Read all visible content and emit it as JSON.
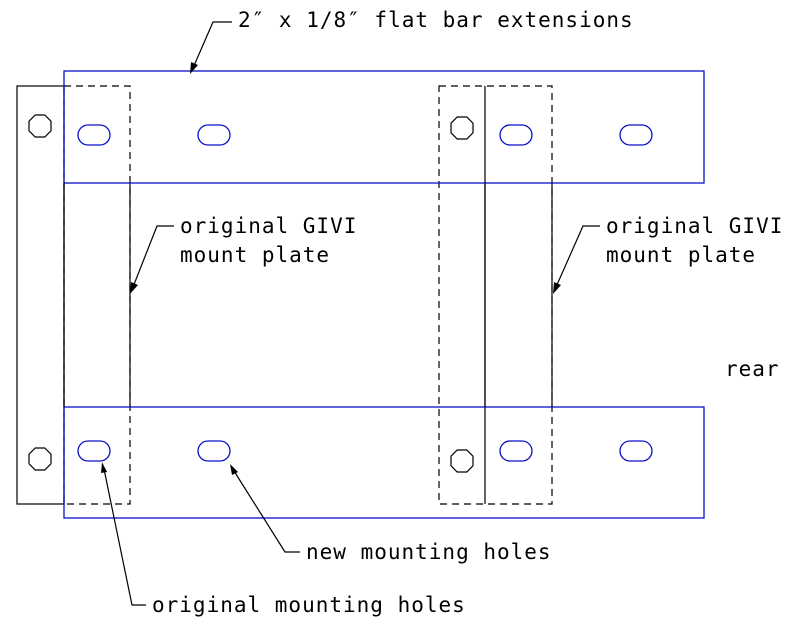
{
  "labels": {
    "flat_bar": "2″ x 1/8″ flat bar extensions",
    "mount_plate_left_1": "original GIVI",
    "mount_plate_left_2": "mount plate",
    "mount_plate_right_1": "original GIVI",
    "mount_plate_right_2": "mount plate",
    "rear": "rear",
    "new_holes": "new mounting holes",
    "original_holes": "original mounting holes"
  },
  "colors": {
    "bar_outline": "#0a10c8",
    "plate_outline": "#000000"
  }
}
